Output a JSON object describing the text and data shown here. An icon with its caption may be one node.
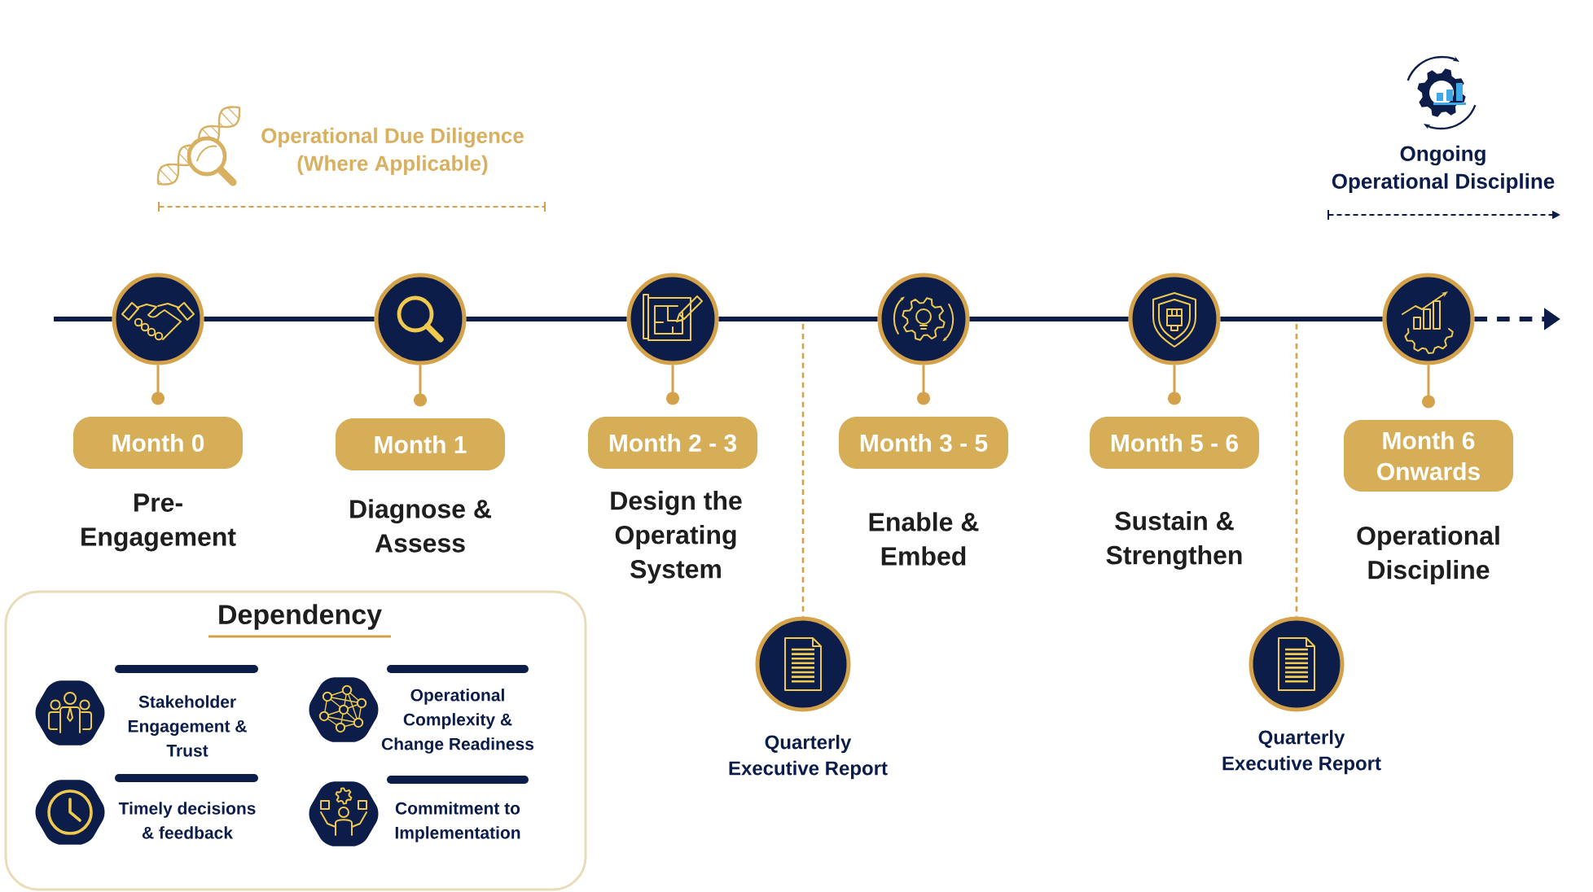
{
  "diagram": {
    "nodes": [
      {
        "text": [],
        "shape": "circle"
      },
      {
        "text": [
          "Month 0"
        ],
        "beside": [
          "Pre- Engagement"
        ]
      },
      {
        "text": [],
        "shape": "circle"
      },
      {
        "text": [
          "Month 1"
        ],
        "beside": [
          "Diagnose & Assess"
        ]
      },
      {
        "text": [],
        "shape": "circle"
      },
      {
        "text": [
          "Month 2 - 3"
        ],
        "beside": [
          "Design the Operating System"
        ]
      },
      {
        "text": [],
        "shape": "circle"
      },
      {
        "text": [
          "Month 3 - 5"
        ],
        "beside": [
          "Enable & Embed"
        ]
      },
      {
        "text": [],
        "shape": "circle"
      },
      {
        "text": [
          "Month 5 - 6"
        ],
        "beside": [
          "Sustain & Strengthen"
        ]
      },
      {
        "text": [],
        "shape": "circle"
      },
      {
        "text": [
          "Month 6 Onwards"
        ],
        "beside": [
          "Operational Discipline"
        ]
      },
      {
        "text": [],
        "shape": "circle",
        "beside": [
          "Quarterly Executive Report"
        ]
      },
      {
        "text": [],
        "shape": "circle",
        "beside": [
          "Quarterly Executive Report"
        ]
      },
      {
        "text": [
          "Dependency",
          "Stakeholder Engagement & Trust",
          "Operational Complexity & Change Readiness",
          "Timely decisions & feedback",
          "Commitment to Implementation"
        ]
      }
    ],
    "edges": [
      {
        "from": null,
        "to": 0,
        "arrow": "none",
        "style": "thick",
        "color": "#0b1d48"
      },
      {
        "from": 0,
        "to": 2,
        "arrow": "none",
        "style": "thick",
        "color": "#0b1d48"
      },
      {
        "from": 2,
        "to": 4,
        "arrow": "none",
        "style": "thick",
        "color": "#0b1d48"
      },
      {
        "from": 4,
        "to": 6,
        "arrow": "none",
        "style": "thick",
        "color": "#0b1d48"
      },
      {
        "from": 6,
        "to": 8,
        "arrow": "none",
        "style": "thick",
        "color": "#0b1d48"
      },
      {
        "from": 8,
        "to": 10,
        "arrow": "none",
        "style": "thick",
        "color": "#0b1d48"
      },
      {
        "from": 10,
        "to": null,
        "arrow": "to",
        "style": "dashed",
        "color": "#0b1d48"
      },
      {
        "from": 0,
        "to": 1,
        "arrow": "other"
      },
      {
        "from": 2,
        "to": 3,
        "arrow": "other"
      },
      {
        "from": 4,
        "to": 5,
        "arrow": "other"
      },
      {
        "from": 6,
        "to": 7,
        "arrow": "other"
      },
      {
        "from": 8,
        "to": 9,
        "arrow": "other"
      },
      {
        "from": 10,
        "to": 11,
        "arrow": "other"
      },
      {
        "from": null,
        "to": 12,
        "arrow": "none",
        "style": "dashed"
      },
      {
        "from": null,
        "to": 13,
        "arrow": "none",
        "style": "dashed"
      }
    ],
    "labels": [
      "Operational Due Diligence (Where Applicable)",
      "Ongoing Operational Discipline"
    ]
  }
}
